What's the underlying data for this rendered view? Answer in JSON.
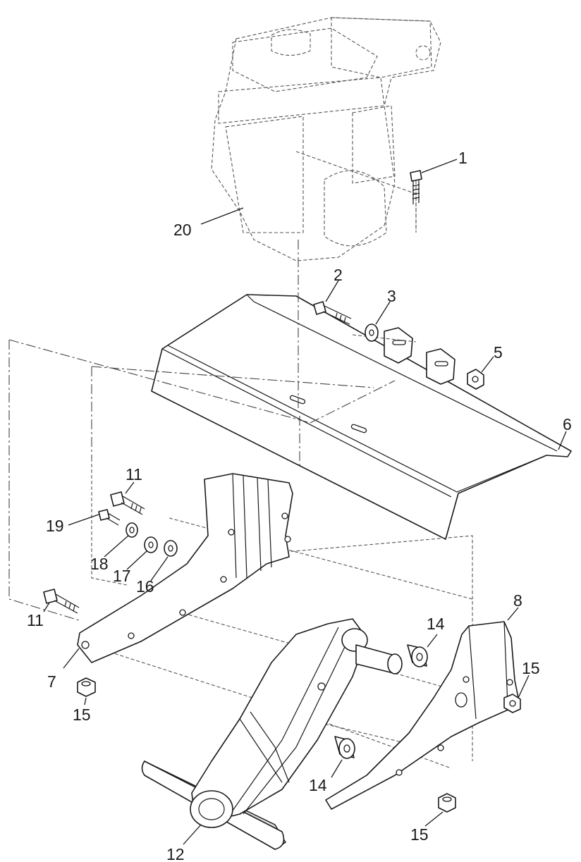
{
  "callouts": {
    "c1": "1",
    "c2": "2",
    "c3": "3",
    "c5": "5",
    "c6": "6",
    "c7": "7",
    "c8": "8",
    "c11a": "11",
    "c11b": "11",
    "c12": "12",
    "c14a": "14",
    "c14b": "14",
    "c15a": "15",
    "c15b": "15",
    "c15c": "15",
    "c16": "16",
    "c17": "17",
    "c18": "18",
    "c19": "19",
    "c20": "20"
  },
  "icons": {
    "engine": "engine-phantom-icon",
    "shield": "tine-shield-icon",
    "bracket_left": "left-bracket-icon",
    "bracket_right": "right-bracket-icon",
    "transmission": "chain-case-icon"
  },
  "colors": {
    "line": "#1a1a1a",
    "background": "#ffffff"
  }
}
